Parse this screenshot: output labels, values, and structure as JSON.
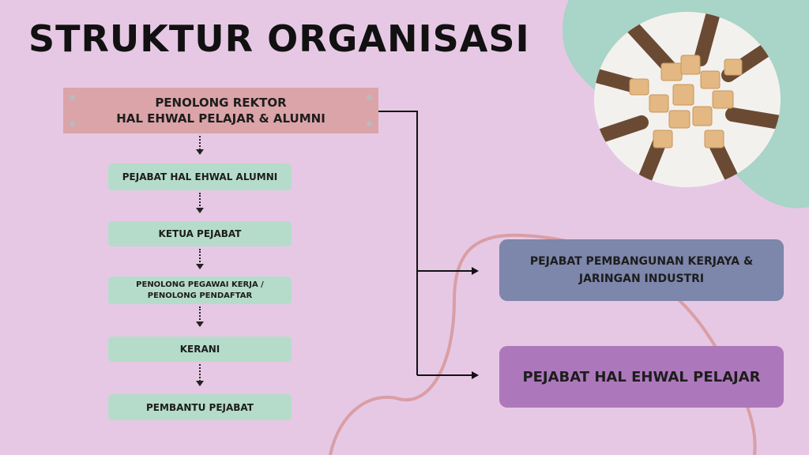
{
  "title": "STRUKTUR ORGANISASI",
  "head": {
    "line1": "PENOLONG REKTOR",
    "line2": "HAL EHWAL PELAJAR & ALUMNI"
  },
  "stack": [
    "PEJABAT HAL EHWAL ALUMNI",
    "KETUA PEJABAT",
    "PENOLONG PEGAWAI KERJA /\nPENOLONG PENDAFTAR",
    "KERANI",
    "PEMBANTU PEJABAT"
  ],
  "side": [
    {
      "label": "PEJABAT PEMBANGUNAN KERJAYA &\nJARINGAN INDUSTRI",
      "color": "#7d86ab"
    },
    {
      "label": "PEJABAT HAL EHWAL PELAJAR",
      "color": "#ad78bb"
    }
  ],
  "colors": {
    "background": "#e6c8e4",
    "head": "#dba4a8",
    "stack": "#b5dcca",
    "blob": "#a9d4c8"
  },
  "photo": "puzzle-pieces-hands-image"
}
